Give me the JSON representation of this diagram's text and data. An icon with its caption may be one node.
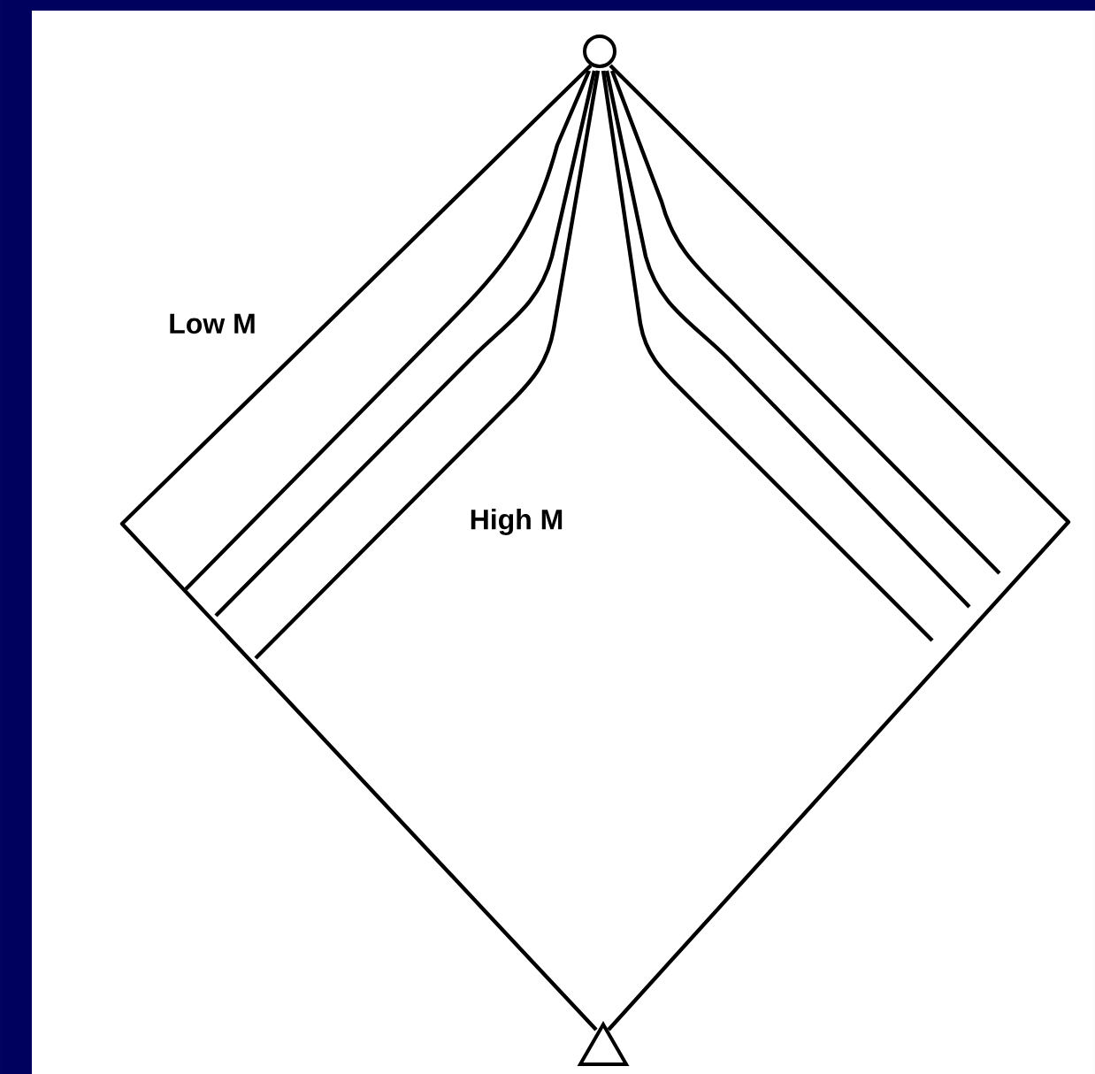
{
  "diagram": {
    "nodes": [
      {
        "text": [],
        "shape": "circle"
      },
      {
        "text": [],
        "shape": "triangle"
      }
    ],
    "labels": [
      "Low M",
      "High M"
    ]
  }
}
